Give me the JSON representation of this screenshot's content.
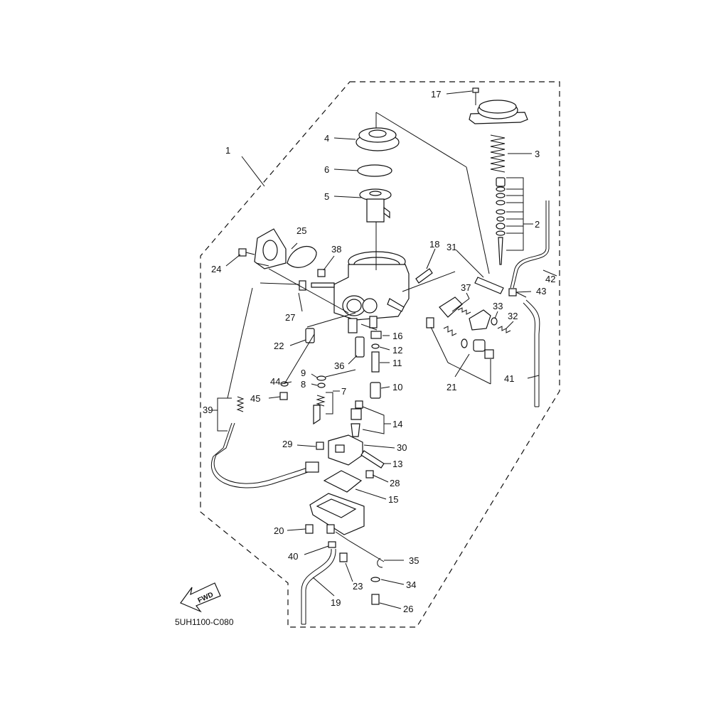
{
  "diagram": {
    "part_code": "5UH1100-C080",
    "fwd_label": "FWD",
    "callouts": [
      "1",
      "2",
      "3",
      "4",
      "5",
      "6",
      "7",
      "8",
      "9",
      "10",
      "11",
      "12",
      "13",
      "14",
      "15",
      "16",
      "17",
      "18",
      "19",
      "20",
      "21",
      "22",
      "23",
      "24",
      "25",
      "26",
      "27",
      "28",
      "29",
      "30",
      "31",
      "32",
      "33",
      "34",
      "35",
      "36",
      "37",
      "38",
      "39",
      "40",
      "41",
      "42",
      "43",
      "44",
      "45"
    ]
  }
}
